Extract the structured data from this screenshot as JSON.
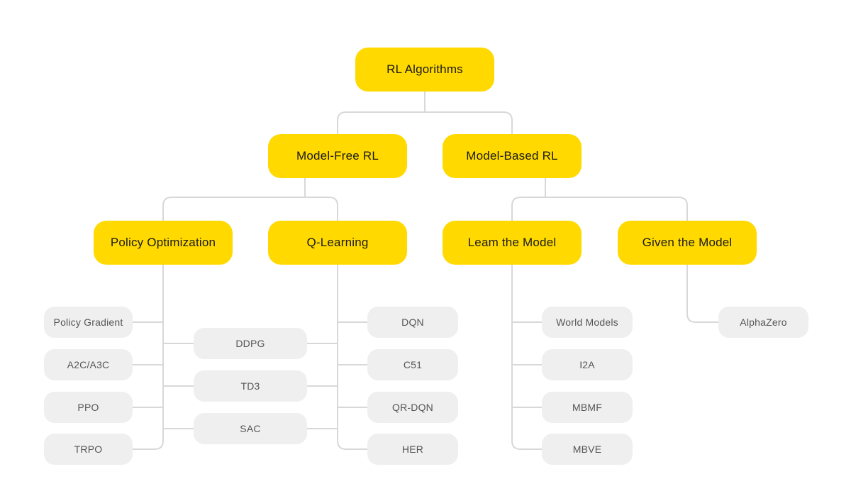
{
  "colors": {
    "category_fill": "#FFD900",
    "leaf_fill": "#EFEFEF",
    "connector": "#D8D8D8",
    "category_text": "#1A1A1A",
    "leaf_text": "#555555",
    "page_bg": "#FFFFFF"
  },
  "categories": {
    "rl_algorithms": {
      "label": "RL Algorithms"
    },
    "model_free": {
      "label": "Model-Free RL"
    },
    "model_based": {
      "label": "Model-Based RL"
    },
    "policy_optimization": {
      "label": "Policy Optimization"
    },
    "q_learning": {
      "label": "Q-Learning"
    },
    "learn_the_model": {
      "label": "Leam the Model"
    },
    "given_the_model": {
      "label": "Given the Model"
    }
  },
  "leaves": {
    "policy_gradient": {
      "label": "Policy Gradient"
    },
    "a2c_a3c": {
      "label": "A2C/A3C"
    },
    "ppo": {
      "label": "PPO"
    },
    "trpo": {
      "label": "TRPO"
    },
    "ddpg": {
      "label": "DDPG"
    },
    "td3": {
      "label": "TD3"
    },
    "sac": {
      "label": "SAC"
    },
    "dqn": {
      "label": "DQN"
    },
    "c51": {
      "label": "C51"
    },
    "qr_dqn": {
      "label": "QR-DQN"
    },
    "her": {
      "label": "HER"
    },
    "world_models": {
      "label": "World Models"
    },
    "i2a": {
      "label": "I2A"
    },
    "mbmf": {
      "label": "MBMF"
    },
    "mbve": {
      "label": "MBVE"
    },
    "alphazero": {
      "label": "AlphaZero"
    }
  },
  "hierarchy": {
    "root": "RL Algorithms",
    "children": [
      {
        "label": "Model-Free RL",
        "children": [
          {
            "label": "Policy Optimization",
            "leaves": [
              "Policy Gradient",
              "A2C/A3C",
              "PPO",
              "TRPO"
            ]
          },
          {
            "label": "Q-Learning",
            "leaves": [
              "DQN",
              "C51",
              "QR-DQN",
              "HER"
            ]
          }
        ],
        "shared_leaves": [
          "DDPG",
          "TD3",
          "SAC"
        ]
      },
      {
        "label": "Model-Based RL",
        "children": [
          {
            "label": "Leam the Model",
            "leaves": [
              "World Models",
              "I2A",
              "MBMF",
              "MBVE"
            ]
          },
          {
            "label": "Given the Model",
            "leaves": [
              "AlphaZero"
            ]
          }
        ]
      }
    ]
  }
}
